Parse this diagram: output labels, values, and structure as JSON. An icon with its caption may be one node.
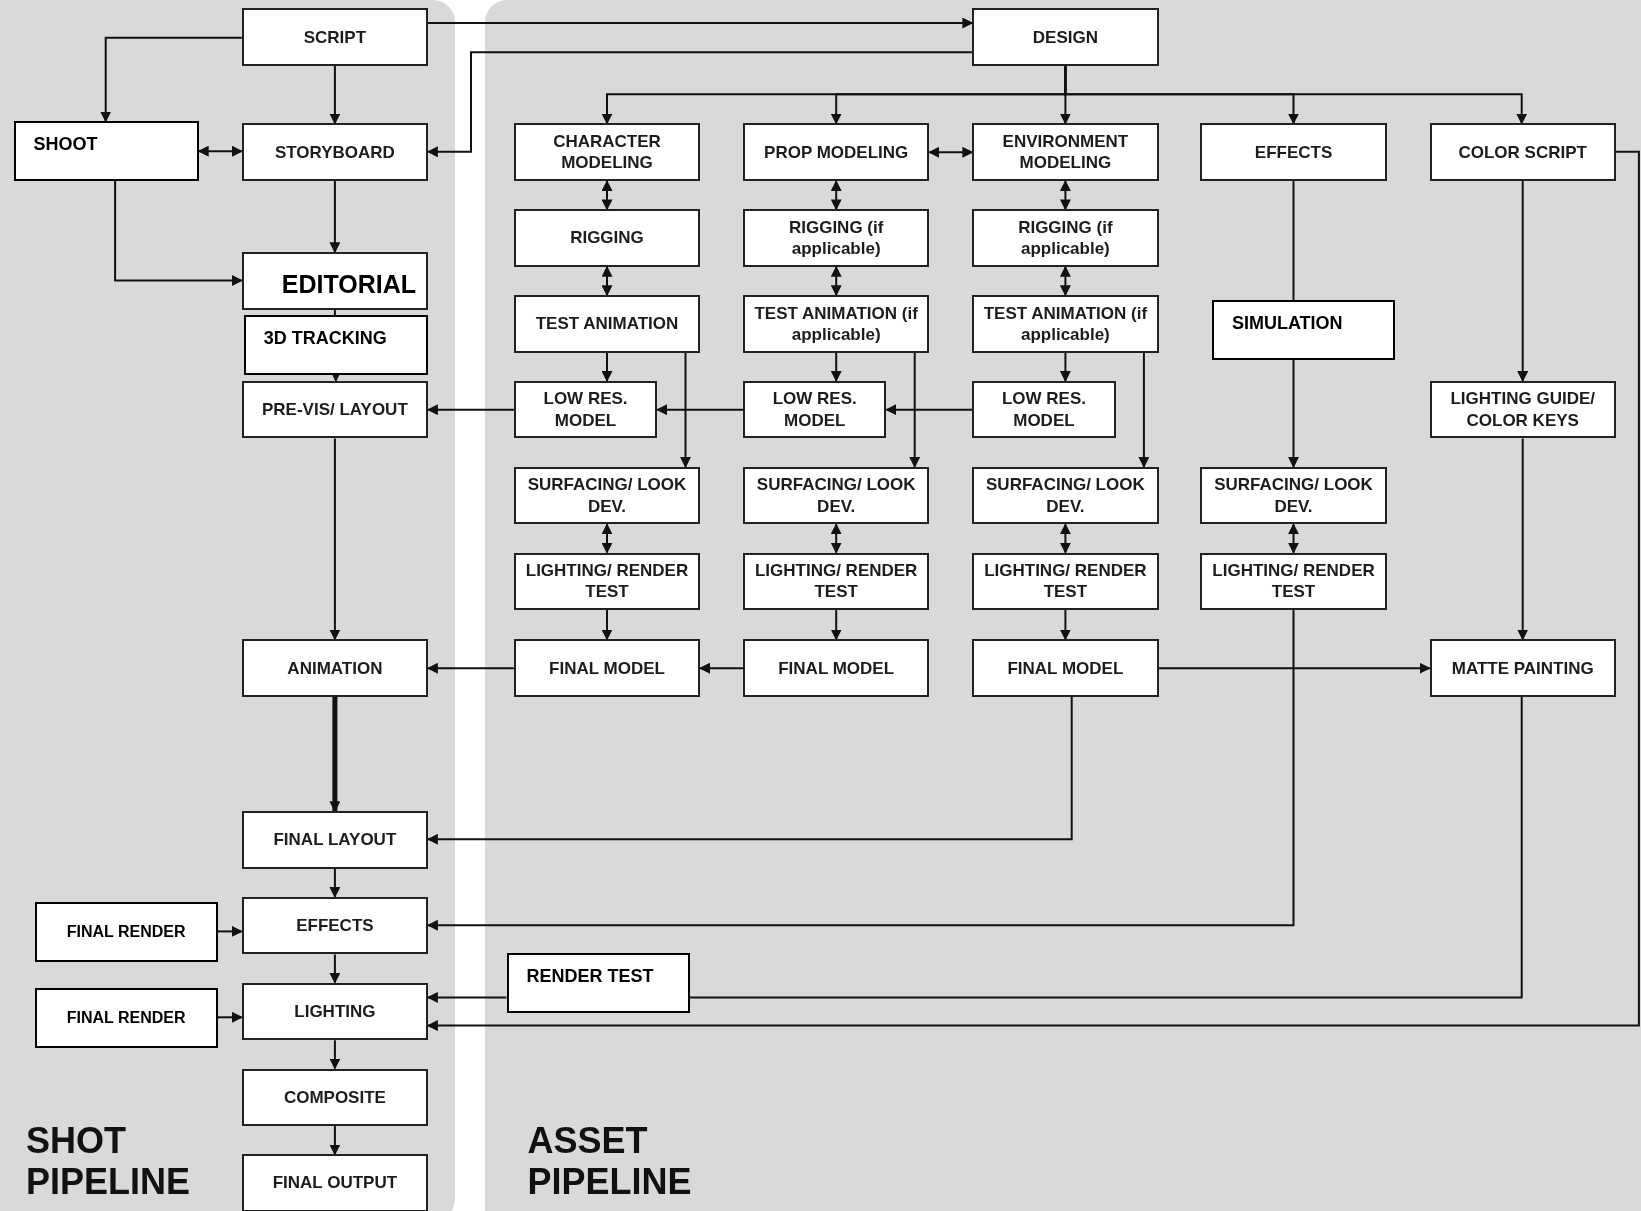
{
  "diagram": {
    "nodes": [
      {
        "text": [
          "SHOT PIPELINE"
        ]
      },
      {
        "text": [
          "SCRIPT"
        ],
        "in": 0
      },
      {
        "text": [
          "SHOOT"
        ],
        "in": 0
      },
      {
        "text": [
          "STORYBOARD"
        ],
        "in": 0
      },
      {
        "text": [
          "EDITORIAL"
        ],
        "in": 0
      },
      {
        "text": [
          "3D TRACKING"
        ],
        "in": 0
      },
      {
        "text": [
          "PRE-VIS/ LAYOUT"
        ],
        "in": 0
      },
      {
        "text": [
          "ANIMATION"
        ],
        "in": 0
      },
      {
        "text": [
          "FINAL LAYOUT"
        ],
        "in": 0
      },
      {
        "text": [
          "FINAL RENDER"
        ],
        "in": 0
      },
      {
        "text": [
          "EFFECTS"
        ],
        "in": 0
      },
      {
        "text": [
          "FINAL RENDER"
        ],
        "in": 0
      },
      {
        "text": [
          "LIGHTING"
        ],
        "in": 0
      },
      {
        "text": [
          "COMPOSITE"
        ],
        "in": 0
      },
      {
        "text": [
          "FINAL OUTPUT"
        ],
        "in": 0
      },
      {
        "text": [
          "ASSET PIPELINE"
        ]
      },
      {
        "text": [
          "DESIGN"
        ],
        "in": 15
      },
      {
        "text": [
          "CHARACTER MODELING"
        ],
        "in": 15
      },
      {
        "text": [
          "PROP MODELING"
        ],
        "in": 15
      },
      {
        "text": [
          "ENVIRONMENT MODELING"
        ],
        "in": 15
      },
      {
        "text": [
          "EFFECTS"
        ],
        "in": 15
      },
      {
        "text": [
          "COLOR SCRIPT"
        ],
        "in": 15
      },
      {
        "text": [
          "RIGGING"
        ],
        "in": 15
      },
      {
        "text": [
          "RIGGING (if applicable)"
        ],
        "in": 15
      },
      {
        "text": [
          "RIGGING (if applicable)"
        ],
        "in": 15
      },
      {
        "text": [
          "TEST ANIMATION"
        ],
        "in": 15
      },
      {
        "text": [
          "TEST ANIMATION (if applicable)"
        ],
        "in": 15
      },
      {
        "text": [
          "TEST ANIMATION (if applicable)"
        ],
        "in": 15
      },
      {
        "text": [
          "SIMULATION"
        ],
        "in": 15
      },
      {
        "text": [
          "LOW RES. MODEL"
        ],
        "in": 15
      },
      {
        "text": [
          "LOW RES. MODEL"
        ],
        "in": 15
      },
      {
        "text": [
          "LOW RES. MODEL"
        ],
        "in": 15
      },
      {
        "text": [
          "LIGHTING GUIDE/ COLOR KEYS"
        ],
        "in": 15
      },
      {
        "text": [
          "SURFACING/ LOOK DEV."
        ],
        "in": 15
      },
      {
        "text": [
          "SURFACING/ LOOK DEV."
        ],
        "in": 15
      },
      {
        "text": [
          "SURFACING/ LOOK DEV."
        ],
        "in": 15
      },
      {
        "text": [
          "SURFACING/ LOOK DEV."
        ],
        "in": 15
      },
      {
        "text": [
          "LIGHTING/ RENDER TEST"
        ],
        "in": 15
      },
      {
        "text": [
          "LIGHTING/ RENDER TEST"
        ],
        "in": 15
      },
      {
        "text": [
          "LIGHTING/ RENDER TEST"
        ],
        "in": 15
      },
      {
        "text": [
          "LIGHTING/ RENDER TEST"
        ],
        "in": 15
      },
      {
        "text": [
          "FINAL MODEL"
        ],
        "in": 15
      },
      {
        "text": [
          "FINAL MODEL"
        ],
        "in": 15
      },
      {
        "text": [
          "FINAL MODEL"
        ],
        "in": 15
      },
      {
        "text": [
          "MATTE PAINTING"
        ],
        "in": 15
      },
      {
        "text": [
          "RENDER TEST"
        ],
        "in": 15
      }
    ],
    "edges": [
      {
        "from": 1,
        "to": 2,
        "arrow": "to"
      },
      {
        "from": 1,
        "to": 3,
        "arrow": "to"
      },
      {
        "from": 1,
        "to": 16,
        "arrow": "to"
      },
      {
        "from": 2,
        "to": 3,
        "arrow": "both"
      },
      {
        "from": 16,
        "to": 3,
        "arrow": "to"
      },
      {
        "from": 3,
        "to": 4,
        "arrow": "to"
      },
      {
        "from": 2,
        "to": 4,
        "arrow": "to"
      },
      {
        "from": 4,
        "to": 5,
        "arrow": "none"
      },
      {
        "from": 5,
        "to": 6,
        "arrow": "to"
      },
      {
        "from": 29,
        "to": 6,
        "arrow": "to"
      },
      {
        "from": 30,
        "to": 29,
        "arrow": "to"
      },
      {
        "from": 31,
        "to": 30,
        "arrow": "to"
      },
      {
        "from": 6,
        "to": 7,
        "arrow": "to"
      },
      {
        "from": 41,
        "to": 7,
        "arrow": "to"
      },
      {
        "from": 42,
        "to": 41,
        "arrow": "to"
      },
      {
        "from": 7,
        "to": 8,
        "arrow": "to",
        "style": "thick"
      },
      {
        "from": 43,
        "to": 8,
        "arrow": "to"
      },
      {
        "from": 8,
        "to": 10,
        "arrow": "to"
      },
      {
        "from": 9,
        "to": 10,
        "arrow": "to"
      },
      {
        "from": 40,
        "to": 10,
        "arrow": "to"
      },
      {
        "from": 10,
        "to": 12,
        "arrow": "to"
      },
      {
        "from": 11,
        "to": 12,
        "arrow": "to"
      },
      {
        "from": 44,
        "to": 45,
        "arrow": "none"
      },
      {
        "from": 45,
        "to": 12,
        "arrow": "to"
      },
      {
        "from": 21,
        "to": 12,
        "arrow": "to"
      },
      {
        "from": 12,
        "to": 13,
        "arrow": "to"
      },
      {
        "from": 13,
        "to": 14,
        "arrow": "to"
      },
      {
        "from": 16,
        "to": 17,
        "arrow": "to"
      },
      {
        "from": 16,
        "to": 18,
        "arrow": "to"
      },
      {
        "from": 16,
        "to": 19,
        "arrow": "to"
      },
      {
        "from": 16,
        "to": 20,
        "arrow": "to"
      },
      {
        "from": 16,
        "to": 21,
        "arrow": "to"
      },
      {
        "from": 18,
        "to": 19,
        "arrow": "both"
      },
      {
        "from": 17,
        "to": 22,
        "arrow": "both"
      },
      {
        "from": 22,
        "to": 25,
        "arrow": "both"
      },
      {
        "from": 25,
        "to": 29,
        "arrow": "to"
      },
      {
        "from": 25,
        "to": 33,
        "arrow": "to"
      },
      {
        "from": 33,
        "to": 37,
        "arrow": "both"
      },
      {
        "from": 37,
        "to": 41,
        "arrow": "to"
      },
      {
        "from": 18,
        "to": 23,
        "arrow": "both"
      },
      {
        "from": 23,
        "to": 26,
        "arrow": "both"
      },
      {
        "from": 26,
        "to": 30,
        "arrow": "to"
      },
      {
        "from": 26,
        "to": 34,
        "arrow": "to"
      },
      {
        "from": 34,
        "to": 38,
        "arrow": "both"
      },
      {
        "from": 38,
        "to": 42,
        "arrow": "to"
      },
      {
        "from": 19,
        "to": 24,
        "arrow": "both"
      },
      {
        "from": 24,
        "to": 27,
        "arrow": "both"
      },
      {
        "from": 27,
        "to": 31,
        "arrow": "to"
      },
      {
        "from": 27,
        "to": 35,
        "arrow": "to"
      },
      {
        "from": 35,
        "to": 39,
        "arrow": "both"
      },
      {
        "from": 39,
        "to": 43,
        "arrow": "to"
      },
      {
        "from": 20,
        "to": 28,
        "arrow": "none"
      },
      {
        "from": 28,
        "to": 36,
        "arrow": "to"
      },
      {
        "from": 36,
        "to": 40,
        "arrow": "both"
      },
      {
        "from": 21,
        "to": 32,
        "arrow": "to"
      },
      {
        "from": 32,
        "to": 44,
        "arrow": "to"
      },
      {
        "from": 43,
        "to": 44,
        "arrow": "to"
      }
    ]
  }
}
